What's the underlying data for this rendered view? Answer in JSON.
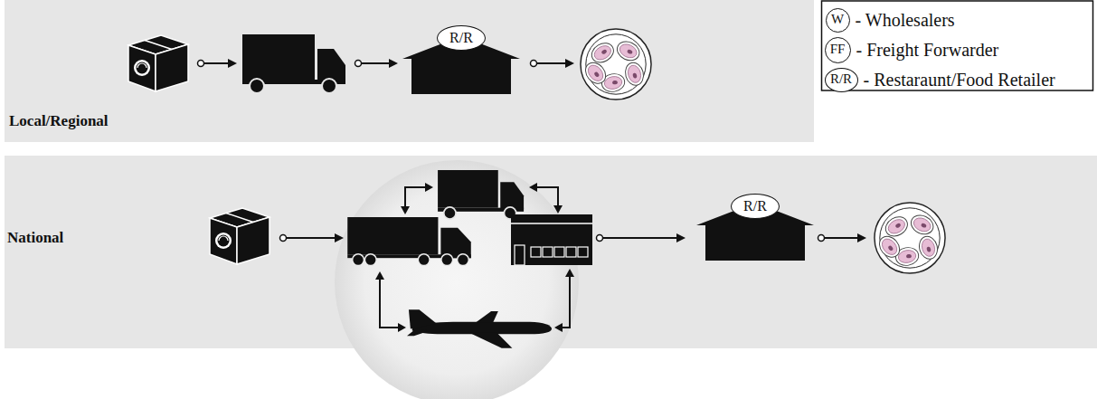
{
  "diagram": {
    "nodes": [
      {
        "text": [
          "Local/Regional"
        ]
      },
      {
        "text": [
          "R/R"
        ],
        "in": 0
      },
      {
        "text": [
          "National"
        ]
      },
      {
        "text": [
          "R/R"
        ],
        "in": 2
      },
      {
        "text": [
          "W"
        ]
      },
      {
        "text": [
          "FF"
        ]
      },
      {
        "text": [
          "R/R"
        ]
      }
    ],
    "legend": [
      {
        "text": "- Wholesalers"
      },
      {
        "text": "- Freight Forwarder"
      },
      {
        "text": "- Restaraunt/Food Retailer"
      }
    ]
  }
}
